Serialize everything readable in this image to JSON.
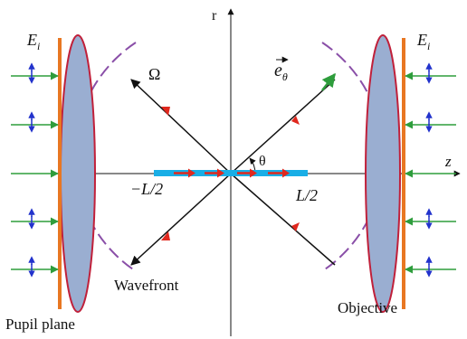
{
  "labels": {
    "r_axis": "r",
    "z_axis": "z",
    "omega": "Ω",
    "e_theta": "e",
    "e_theta_sub": "θ",
    "theta": "θ",
    "E_left": "E",
    "E_left_sub": "i",
    "E_right": "E",
    "E_right_sub": "i",
    "minus_L2": "−L/2",
    "plus_L2": "L/2",
    "wavefront": "Wavefront",
    "objective": "Objective",
    "pupil_plane": "Pupil plane"
  },
  "colors": {
    "pupil_plane": "#e87722",
    "lens_fill": "#9aaed1",
    "lens_stroke": "#c0203a",
    "wavefront": "#8a4fa8",
    "rays": "#111111",
    "ray_arrow": "#e0281e",
    "field_arrow": "#2e9d3c",
    "polarization": "#2233cc",
    "source": "#19aee6",
    "source_arrow": "#e0281e",
    "e_theta": "#2e9d3c"
  }
}
